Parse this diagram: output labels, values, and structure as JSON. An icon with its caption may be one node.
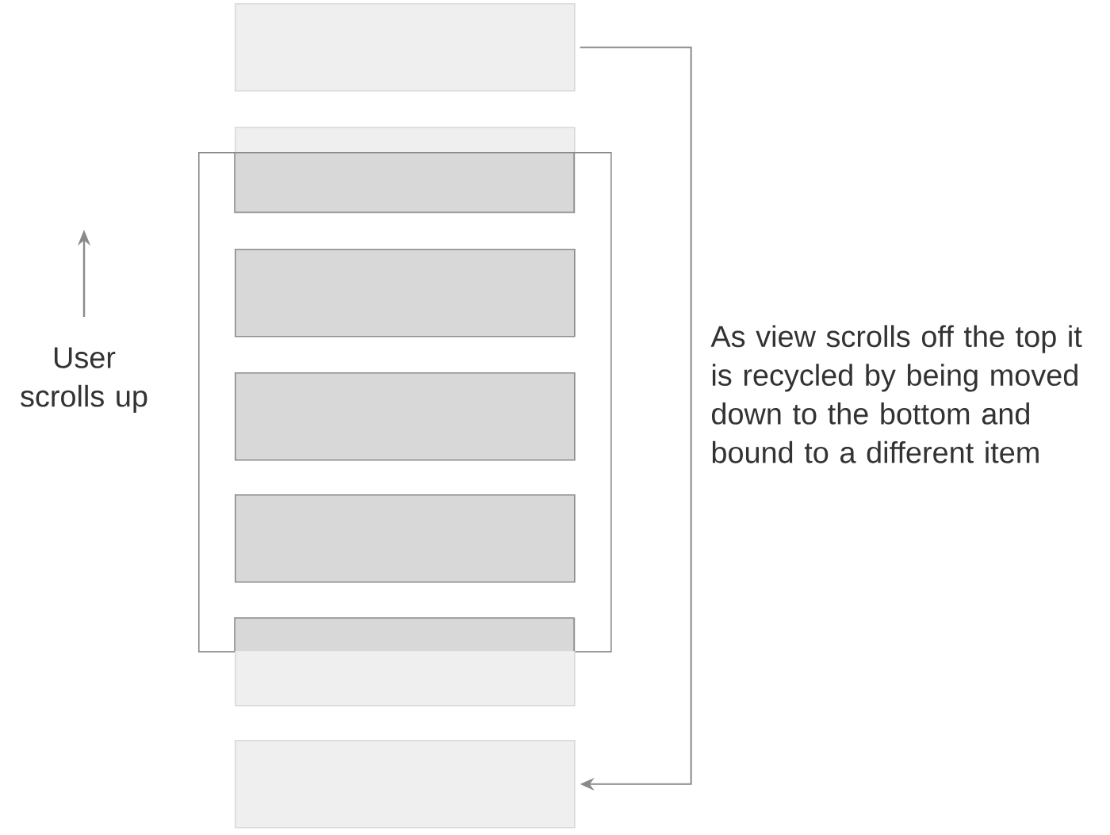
{
  "diagram": {
    "nodes": [
      {
        "text": [],
        "shape": "box"
      },
      {
        "text": [],
        "shape": "box"
      },
      {
        "text": [],
        "shape": "box"
      },
      {
        "text": [],
        "shape": "box",
        "in": 2
      },
      {
        "text": [],
        "shape": "box",
        "in": 2
      },
      {
        "text": [],
        "shape": "box",
        "in": 2
      },
      {
        "text": [],
        "shape": "box"
      },
      {
        "text": [],
        "shape": "box"
      }
    ],
    "edges": [
      {
        "from": 0,
        "to": 7,
        "arrow": "to"
      }
    ],
    "labels": [
      "User scrolls up",
      "As view scrolls off the top it is recycled by being moved down to the bottom and bound to a different item"
    ]
  }
}
